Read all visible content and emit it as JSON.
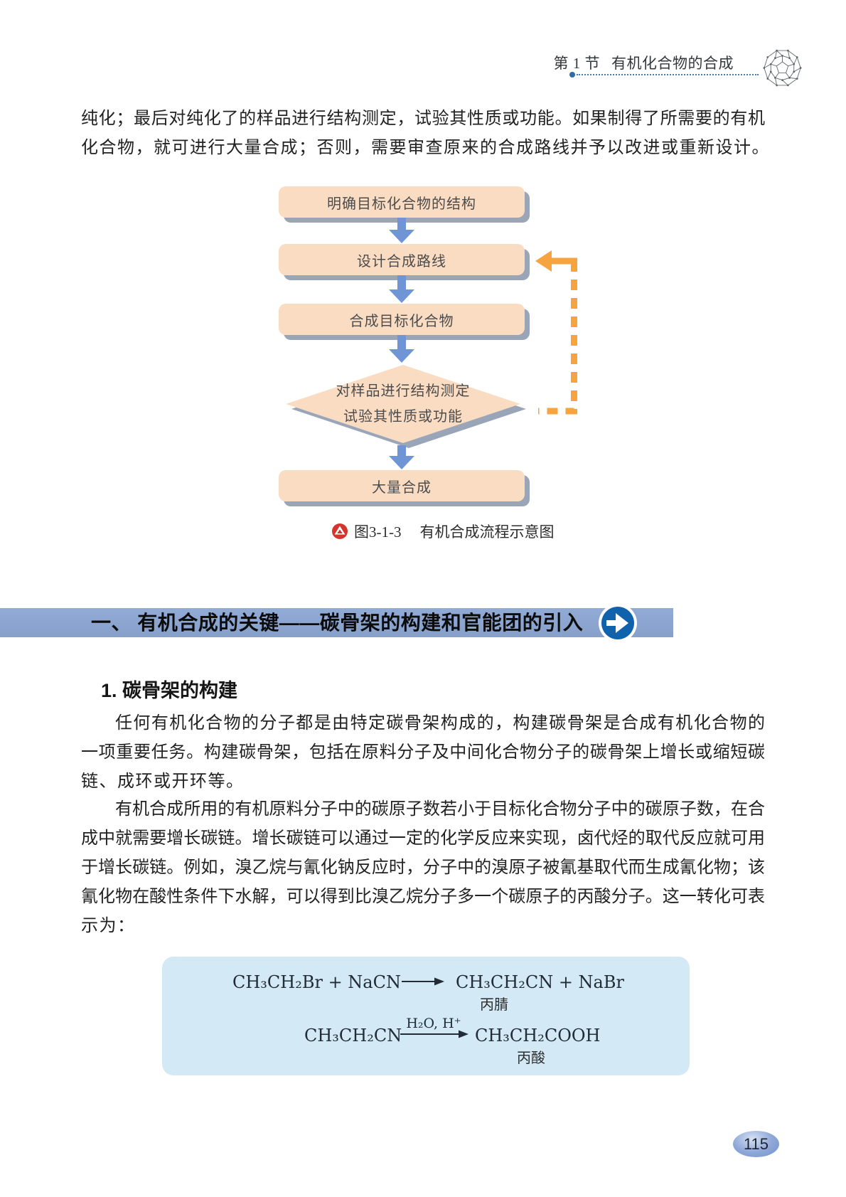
{
  "header": {
    "section": "第 1 节",
    "title": "有机化合物的合成"
  },
  "intro": {
    "lines": [
      "纯化；最后对纯化了的样品进行结构测定，试验其性质或功能。如果制得了所需要的有机",
      "化合物，就可进行大量合成；否则，需要审查原来的合成路线并予以改进或重新设计。"
    ]
  },
  "flowchart": {
    "step1": "明确目标化合物的结构",
    "step2": "设计合成路线",
    "step3": "合成目标化合物",
    "decision_line1": "对样品进行结构测定",
    "decision_line2": "试验其性质或功能",
    "step4": "大量合成"
  },
  "caption": {
    "code": "图3-1-3",
    "title": "有机合成流程示意图"
  },
  "section1": {
    "title": "一、 有机合成的关键——碳骨架的构建和官能团的引入"
  },
  "sub1": {
    "title": "1. 碳骨架的构建"
  },
  "para2": {
    "lines": [
      "任何有机化合物的分子都是由特定碳骨架构成的，构建碳骨架是合成有机化合物的",
      "一项重要任务。构建碳骨架，包括在原料分子及中间化合物分子的碳骨架上增长或缩短碳",
      "链、成环或开环等。"
    ]
  },
  "para3": {
    "lines": [
      "有机合成所用的有机原料分子中的碳原子数若小于目标化合物分子中的碳原子数，在合",
      "成中就需要增长碳链。增长碳链可以通过一定的化学反应来实现，卤代烃的取代反应就可用",
      "于增长碳链。例如，溴乙烷与氰化钠反应时，分子中的溴原子被氰基取代而生成氰化物；该",
      "氰化物在酸性条件下水解，可以得到比溴乙烷分子多一个碳原子的丙酸分子。这一转化可表",
      "示为："
    ]
  },
  "equations": {
    "eq1": {
      "left": "CH₃CH₂Br + NaCN",
      "right": "CH₃CH₂CN + NaBr",
      "product_label": "丙腈"
    },
    "eq2": {
      "left": "CH₃CH₂CN",
      "condition": "H₂O, H⁺",
      "right": "CH₃CH₂COOH",
      "product_label": "丙酸"
    }
  },
  "page": {
    "number": "115"
  },
  "colors": {
    "flow_box": "#fadcc3",
    "flow_shadow": "#9aa5b7",
    "arrow_blue": "#7397d7",
    "arrow_orange": "#f6a43f",
    "band_blue": "#8ea9d4",
    "eq_box": "#d3e9f5",
    "caption_icon_red": "#d5342c",
    "page_oval_blue": "#7e9cd2"
  }
}
